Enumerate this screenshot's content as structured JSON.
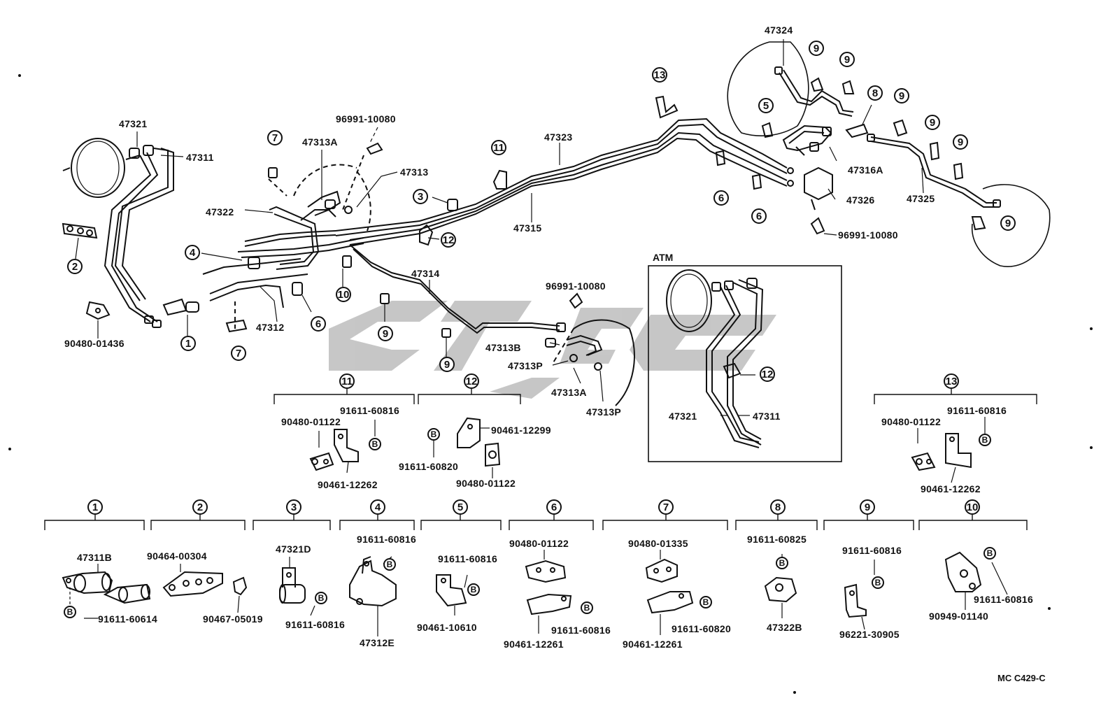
{
  "diagram_code": "MC C429-C",
  "atm_label": "ATM",
  "main_labels": {
    "p47321": "47321",
    "p47311": "47311",
    "p96991_top": "96991-10080",
    "p47313A_top": "47313A",
    "p47313": "47313",
    "p47322": "47322",
    "p90480_01436": "90480-01436",
    "p47312": "47312",
    "p47323": "47323",
    "p47315": "47315",
    "p47314": "47314",
    "p96991_mid": "96991-10080",
    "p47313B": "47313B",
    "p47313P_a": "47313P",
    "p47313A_b": "47313A",
    "p47313P_b": "47313P",
    "p47324": "47324",
    "p47316A": "47316A",
    "p47326": "47326",
    "p47325": "47325",
    "p96991_right": "96991-10080",
    "atm_47321": "47321",
    "atm_47311": "47311"
  },
  "callouts": {
    "c1": "1",
    "c2": "2",
    "c3": "3",
    "c4": "4",
    "c5": "5",
    "c6a": "6",
    "c6b": "6",
    "c7a": "7",
    "c7b": "7",
    "c8": "8",
    "c9a": "9",
    "c9b": "9",
    "c9c": "9",
    "c9d": "9",
    "c9e": "9",
    "c9f": "9",
    "c9g": "9",
    "c9h": "9",
    "c10": "10",
    "c11": "11",
    "c12a": "12",
    "c12b": "12",
    "c13": "13"
  },
  "detail_groups": {
    "g11": {
      "num": "11",
      "parts": [
        "91611-60816",
        "90480-01122",
        "90461-12262"
      ],
      "bolt": "B"
    },
    "g12": {
      "num": "12",
      "parts": [
        "90461-12299",
        "91611-60820",
        "90480-01122"
      ],
      "bolt": "B"
    },
    "g13": {
      "num": "13",
      "parts": [
        "91611-60816",
        "90480-01122",
        "90461-12262"
      ],
      "bolt": "B"
    },
    "g1": {
      "num": "1",
      "parts": [
        "47311B",
        "91611-60614"
      ],
      "bolt": "B"
    },
    "g2": {
      "num": "2",
      "parts": [
        "90464-00304",
        "90467-05019"
      ]
    },
    "g3": {
      "num": "3",
      "parts": [
        "47321D",
        "91611-60816"
      ],
      "bolt": "B"
    },
    "g4": {
      "num": "4",
      "parts": [
        "91611-60816",
        "47312E"
      ],
      "bolt": "B"
    },
    "g5": {
      "num": "5",
      "parts": [
        "91611-60816",
        "90461-10610"
      ],
      "bolt": "B"
    },
    "g6": {
      "num": "6",
      "parts": [
        "90480-01122",
        "91611-60816",
        "90461-12261"
      ],
      "bolt": "B"
    },
    "g7": {
      "num": "7",
      "parts": [
        "90480-01335",
        "91611-60820",
        "90461-12261"
      ],
      "bolt": "B"
    },
    "g8": {
      "num": "8",
      "parts": [
        "91611-60825",
        "47322B"
      ],
      "bolt": "B"
    },
    "g9": {
      "num": "9",
      "parts": [
        "91611-60816",
        "96221-30905"
      ],
      "bolt": "B"
    },
    "g10": {
      "num": "10",
      "parts": [
        "91611-60816",
        "90949-01140"
      ],
      "bolt": "B"
    }
  }
}
